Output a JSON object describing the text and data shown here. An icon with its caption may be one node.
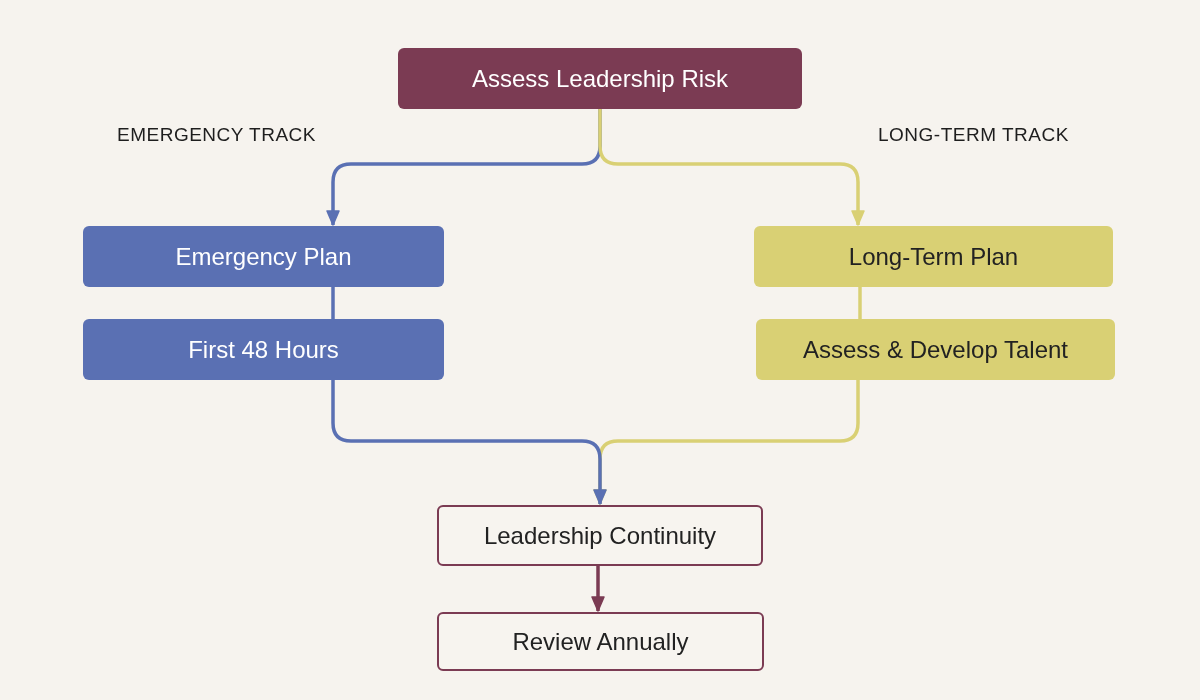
{
  "diagram": {
    "nodes": [
      {
        "text": [
          "Assess Leadership Risk"
        ]
      },
      {
        "text": [
          "Emergency Plan"
        ]
      },
      {
        "text": [
          "First 48 Hours"
        ]
      },
      {
        "text": [
          "Long-Term Plan"
        ]
      },
      {
        "text": [
          "Assess & Develop Talent"
        ]
      },
      {
        "text": [
          "Leadership Continuity"
        ]
      },
      {
        "text": [
          "Review Annually"
        ]
      }
    ],
    "edges": [
      {
        "from": 0,
        "to": 1,
        "arrow": "to",
        "color": "#5a70b3"
      },
      {
        "from": 0,
        "to": 3,
        "arrow": "to",
        "color": "#d9d074"
      },
      {
        "from": 1,
        "to": 2,
        "arrow": "none",
        "color": "#5a70b3"
      },
      {
        "from": 3,
        "to": 4,
        "arrow": "none",
        "color": "#d9d074"
      },
      {
        "from": 2,
        "to": 5,
        "arrow": "to",
        "color": "#5a70b3"
      },
      {
        "from": 4,
        "to": 5,
        "arrow": "to",
        "color": "#d9d074"
      },
      {
        "from": 5,
        "to": 6,
        "arrow": "to",
        "color": "#7b3b53"
      }
    ],
    "labels": [
      "EMERGENCY TRACK",
      "LONG-TERM TRACK"
    ]
  }
}
